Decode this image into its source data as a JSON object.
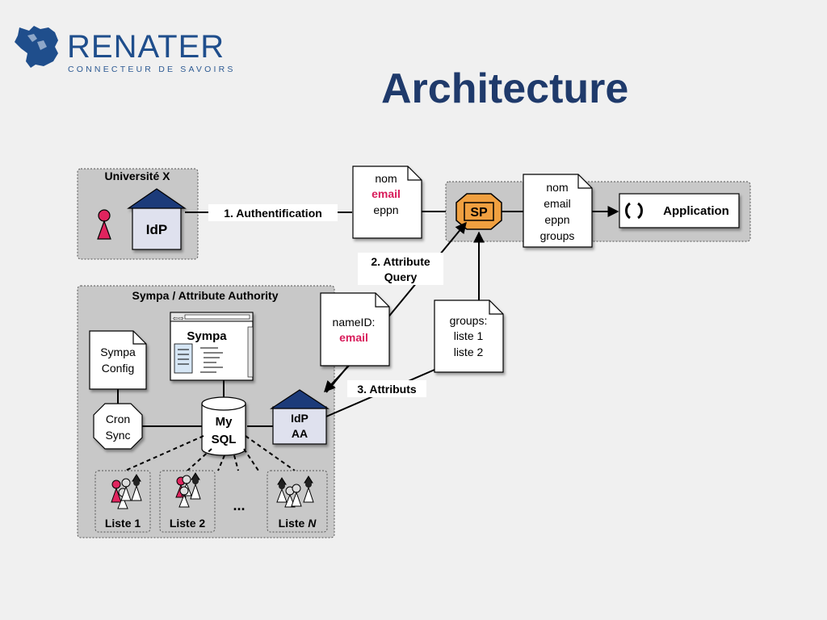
{
  "header": {
    "logo_word": "RENATER",
    "logo_tagline": "CONNECTEUR DE SAVOIRS",
    "title": "Architecture"
  },
  "colors": {
    "brand_blue": "#1f4e8c",
    "title_blue": "#1f3a6b",
    "house_roof": "#1f3a7a",
    "idp_wall": "#dfe1ee",
    "sp_orange": "#f0a040",
    "email_magenta": "#d81b5a",
    "group_bg": "#c8c8c8"
  },
  "diagram": {
    "universite_label": "Université X",
    "idp_label": "IdP",
    "auth_label": "1. Authentification",
    "doc1": [
      "nom",
      "email",
      "eppn"
    ],
    "sp_label": "SP",
    "doc2": [
      "nom",
      "email",
      "eppn",
      "groups"
    ],
    "app_label": "Application",
    "attr_query": [
      "2. Attribute",
      "Query"
    ],
    "sympa_aa_label": "Sympa / Attribute Authority",
    "nameid_doc": [
      "nameID:",
      "email"
    ],
    "groups_doc": [
      "groups:",
      "liste 1",
      "liste 2"
    ],
    "attributs_label": "3. Attributs",
    "sympa_window_title": "Sympa",
    "sympa_config": [
      "Sympa",
      "Config"
    ],
    "cron_sync": [
      "Cron",
      "Sync"
    ],
    "mysql": [
      "My",
      "SQL"
    ],
    "idp_aa": [
      "IdP",
      "AA"
    ],
    "liste1": "Liste 1",
    "liste2": "Liste 2",
    "ellipsis": "...",
    "listeN_prefix": "Liste ",
    "listeN_suffix": "N"
  }
}
